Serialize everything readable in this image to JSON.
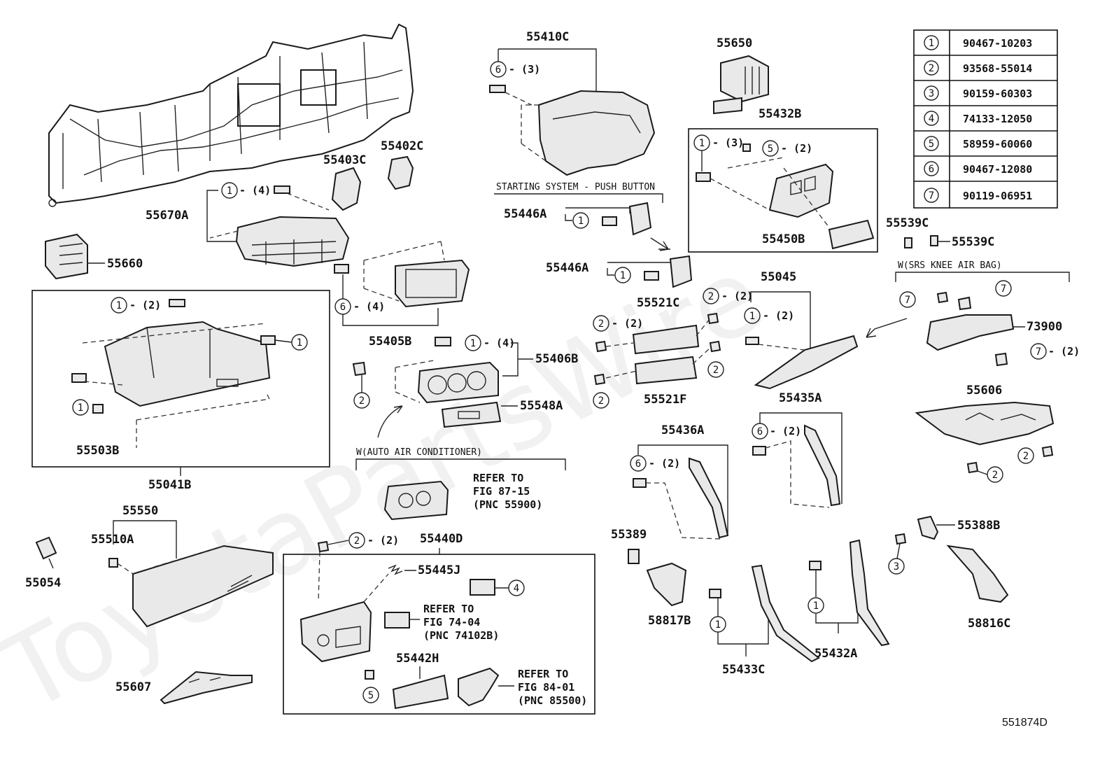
{
  "watermark": "ToyotaPartsWire",
  "diagram_id": "551874D",
  "fastener_table": [
    {
      "ref": "1",
      "part_no": "90467-10203"
    },
    {
      "ref": "2",
      "part_no": "93568-55014"
    },
    {
      "ref": "3",
      "part_no": "90159-60303"
    },
    {
      "ref": "4",
      "part_no": "74133-12050"
    },
    {
      "ref": "5",
      "part_no": "58959-60060"
    },
    {
      "ref": "6",
      "part_no": "90467-12080"
    },
    {
      "ref": "7",
      "part_no": "90119-06951"
    }
  ],
  "labels": {
    "p55410C": "55410C",
    "p55650": "55650",
    "p55432B": "55432B",
    "p55402C": "55402C",
    "p55403C": "55403C",
    "p55670A": "55670A",
    "p55660": "55660",
    "p55446A_1": "55446A",
    "p55446A_2": "55446A",
    "p55450B": "55450B",
    "p55539C_1": "55539C",
    "p55539C_2": "55539C",
    "p55045": "55045",
    "p55521C": "55521C",
    "p55521F": "55521F",
    "p73900": "73900",
    "p55405B": "55405B",
    "p55406B": "55406B",
    "p55548A": "55548A",
    "p55503B": "55503B",
    "p55041B": "55041B",
    "p55606": "55606",
    "p55435A": "55435A",
    "p55436A": "55436A",
    "p55550": "55550",
    "p55510A": "55510A",
    "p55054": "55054",
    "p55440D": "55440D",
    "p55445J": "55445J",
    "p55442H": "55442H",
    "p55607": "55607",
    "p55389": "55389",
    "p58817B": "58817B",
    "p55388B": "55388B",
    "p58816C": "58816C",
    "p55432A": "55432A",
    "p55433C": "55433C"
  },
  "headers": {
    "push_button": "STARTING SYSTEM - PUSH BUTTON",
    "knee_airbag": "W(SRS KNEE AIR BAG)",
    "auto_ac": "W(AUTO AIR CONDITIONER)"
  },
  "refer_notes": [
    {
      "l1": "REFER TO",
      "l2": "FIG 87-15",
      "l3": "(PNC 55900)"
    },
    {
      "l1": "REFER TO",
      "l2": "FIG 74-04",
      "l3": "(PNC 74102B)"
    },
    {
      "l1": "REFER TO",
      "l2": "FIG 84-01",
      "l3": "(PNC 85500)"
    }
  ],
  "qty": {
    "q3": "- (3)",
    "q4": "- (4)",
    "q2": "- (2)"
  },
  "callouts": [
    "1",
    "2",
    "3",
    "4",
    "5",
    "6",
    "7"
  ]
}
